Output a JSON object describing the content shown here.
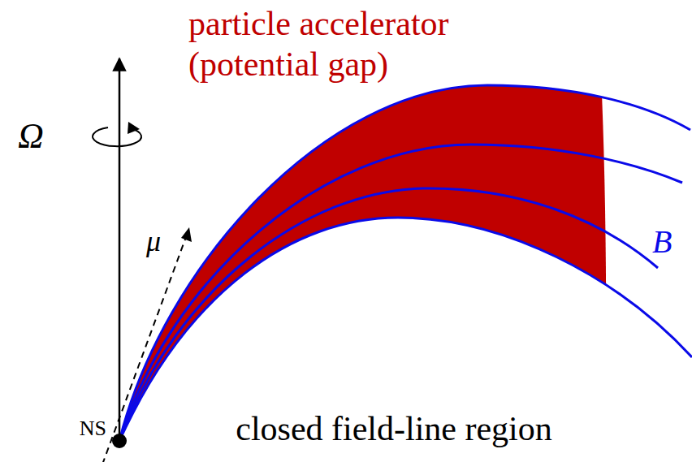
{
  "diagram": {
    "nodes": [
      {
        "text": [
          "closed field-line region"
        ]
      }
    ],
    "labels": [
      "particle accelerator (potential gap)",
      "Ω",
      "μ",
      "B",
      "NS"
    ]
  }
}
